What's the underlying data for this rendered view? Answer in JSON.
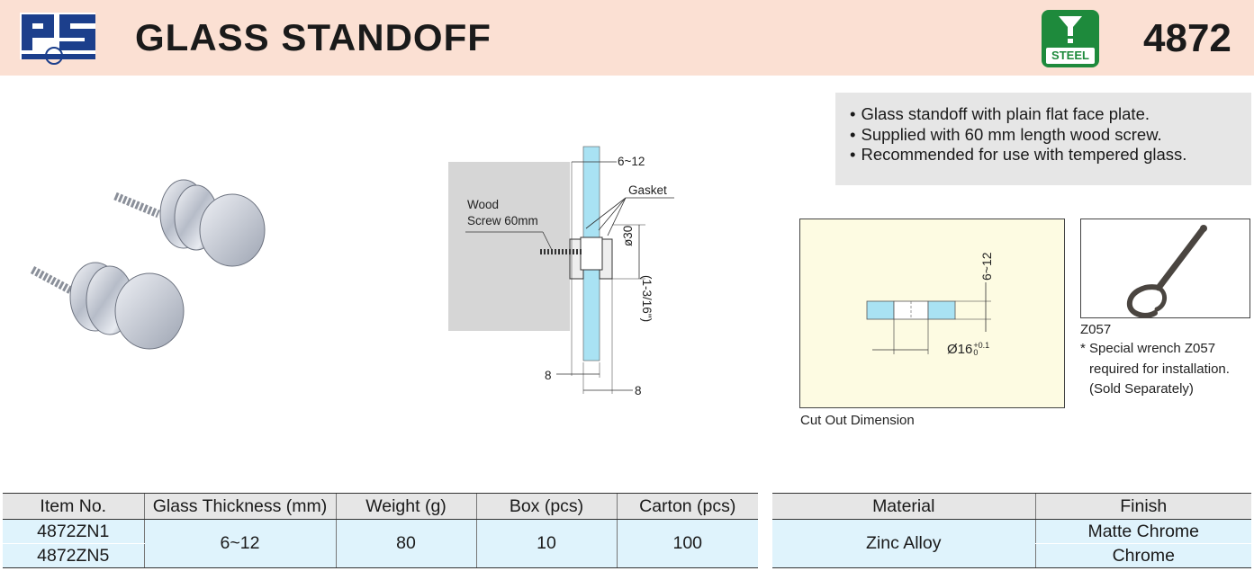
{
  "header": {
    "title": "GLASS STANDOFF",
    "model": "4872",
    "badge_text": "STEEL",
    "logo_icon": "ps-logo-icon",
    "badge_icon": "steel-badge-icon"
  },
  "features": [
    "Glass standoff with plain flat face plate.",
    "Supplied with 60 mm length wood screw.",
    "Recommended for use with tempered glass."
  ],
  "drawing": {
    "glass_thickness": "6~12",
    "gasket": "Gasket",
    "wood_screw_line1": "Wood",
    "wood_screw_line2": "Screw 60mm",
    "diameter": "ø30",
    "diameter_inch": "(1-3/16\")",
    "left_dim": "8",
    "right_dim": "8"
  },
  "cutout": {
    "thickness": "6~12",
    "diameter": "Ø16",
    "tol_upper": "+0.1",
    "tol_lower": "0",
    "caption": "Cut Out Dimension"
  },
  "wrench": {
    "code": "Z057",
    "note_line1": "* Special wrench Z057",
    "note_line2": "required for installation.",
    "note_line3": "(Sold Separately)"
  },
  "spec_table": {
    "headers": [
      "Item No.",
      "Glass Thickness (mm)",
      "Weight (g)",
      "Box (pcs)",
      "Carton (pcs)"
    ],
    "items": [
      "4872ZN1",
      "4872ZN5"
    ],
    "glass_thickness": "6~12",
    "weight": "80",
    "box": "10",
    "carton": "100"
  },
  "material_table": {
    "headers": [
      "Material",
      "Finish"
    ],
    "material": "Zinc Alloy",
    "finishes": [
      "Matte Chrome",
      "Chrome"
    ]
  },
  "colors": {
    "header_bg": "#fbe0d3",
    "logo_blue": "#1c3f8c",
    "steel_green": "#1e8a3c",
    "table_header_bg": "#e6e6e6",
    "table_cell_bg": "#dff3fc",
    "cutout_bg": "#fdfbe2",
    "glass_blue": "#a9e2f3"
  }
}
